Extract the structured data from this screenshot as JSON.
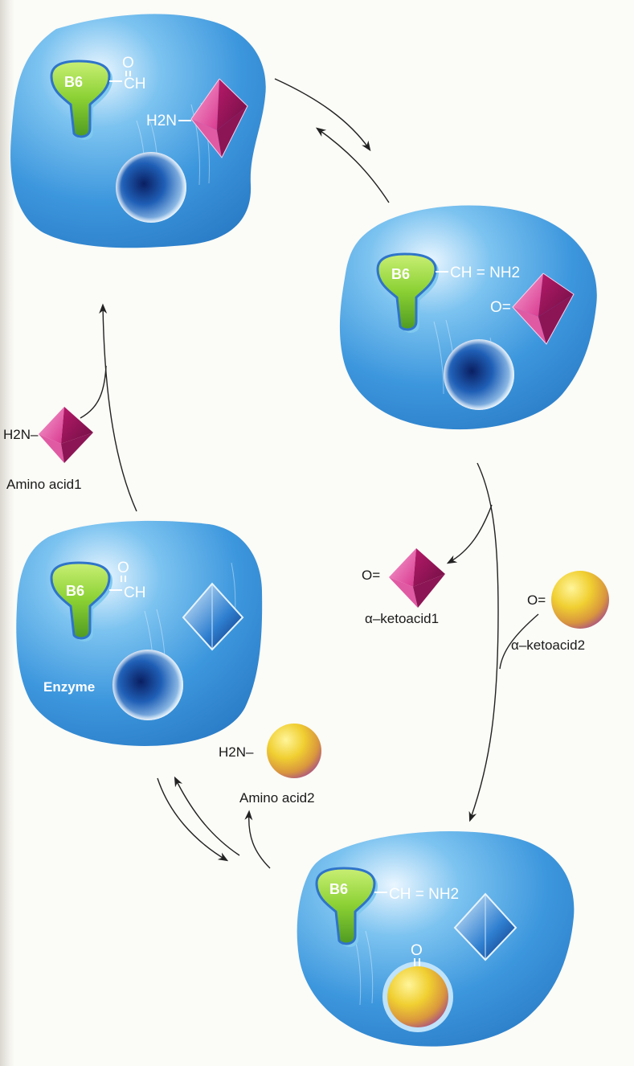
{
  "colors": {
    "enzyme": "#2f8fdc",
    "cofactor": "#8ed23a",
    "amino_acid_1": "#c0236f",
    "amino_acid_2": "#e7c330",
    "arrow": "#222222"
  },
  "states": {
    "s1": {
      "cofactor": "B6",
      "group_top": "O",
      "group_main": "CH",
      "substrate_group": "H2N"
    },
    "s2": {
      "cofactor": "B6",
      "group_main": "CH = NH2",
      "substrate_group": "O="
    },
    "s3": {
      "cofactor": "B6",
      "group_top": "O",
      "group_main": "CH",
      "enzyme_label": "Enzyme"
    },
    "s4": {
      "cofactor": "B6",
      "group_main": "CH = NH2",
      "substrate_group": "O"
    }
  },
  "molecules": {
    "amino_acid_1": {
      "group": "H2N–",
      "label": "Amino acid1"
    },
    "alpha_ketoacid_1": {
      "group": "O=",
      "label": "α–ketoacid1"
    },
    "alpha_ketoacid_2": {
      "group": "O=",
      "label": "α–ketoacid2"
    },
    "amino_acid_2": {
      "group": "H2N–",
      "label": "Amino acid2"
    }
  }
}
